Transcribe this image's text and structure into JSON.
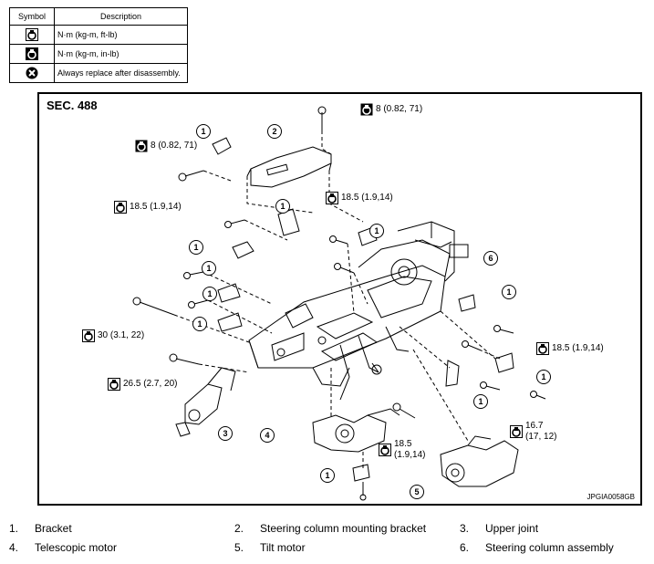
{
  "symbol_table": {
    "headers": [
      "Symbol",
      "Description"
    ],
    "rows": [
      {
        "icon": "torque-wrench-icon",
        "description": "N·m (kg-m, ft-lb)"
      },
      {
        "icon": "torque-wrench-inlb-icon",
        "description": "N·m (kg-m, in-lb)"
      },
      {
        "icon": "replace-x-icon",
        "description": "Always replace after disassembly."
      }
    ]
  },
  "diagram": {
    "section": "SEC. 488",
    "figure_id": "JPGIA0058GB",
    "torques": [
      {
        "id": "t1",
        "lines": [
          "8 (0.82, 71)"
        ],
        "icon": "torque-wrench-inlb-icon"
      },
      {
        "id": "t2",
        "lines": [
          "8 (0.82, 71)"
        ],
        "icon": "torque-wrench-inlb-icon"
      },
      {
        "id": "t3",
        "lines": [
          "18.5 (1.9,14)"
        ],
        "icon": "torque-wrench-icon"
      },
      {
        "id": "t4",
        "lines": [
          "18.5 (1.9,14)"
        ],
        "icon": "torque-wrench-icon"
      },
      {
        "id": "t5",
        "lines": [
          "30 (3.1, 22)"
        ],
        "icon": "torque-wrench-icon"
      },
      {
        "id": "t6",
        "lines": [
          "26.5 (2.7, 20)"
        ],
        "icon": "torque-wrench-icon"
      },
      {
        "id": "t7",
        "lines": [
          "18.5 (1.9,14)"
        ],
        "icon": "torque-wrench-icon"
      },
      {
        "id": "t8",
        "lines": [
          "16.7",
          "(17, 12)"
        ],
        "icon": "torque-wrench-icon"
      },
      {
        "id": "t9",
        "lines": [
          "18.5",
          "(1.9,14)"
        ],
        "icon": "torque-wrench-icon"
      }
    ],
    "callouts": [
      "1",
      "2",
      "1",
      "1",
      "1",
      "1",
      "1",
      "1",
      "6",
      "1",
      "1",
      "1",
      "3",
      "4",
      "1",
      "5"
    ]
  },
  "legend": [
    {
      "num": "1.",
      "label": "Bracket"
    },
    {
      "num": "2.",
      "label": "Steering column mounting bracket"
    },
    {
      "num": "3.",
      "label": "Upper joint"
    },
    {
      "num": "4.",
      "label": "Telescopic motor"
    },
    {
      "num": "5.",
      "label": "Tilt motor"
    },
    {
      "num": "6.",
      "label": "Steering column assembly"
    }
  ]
}
